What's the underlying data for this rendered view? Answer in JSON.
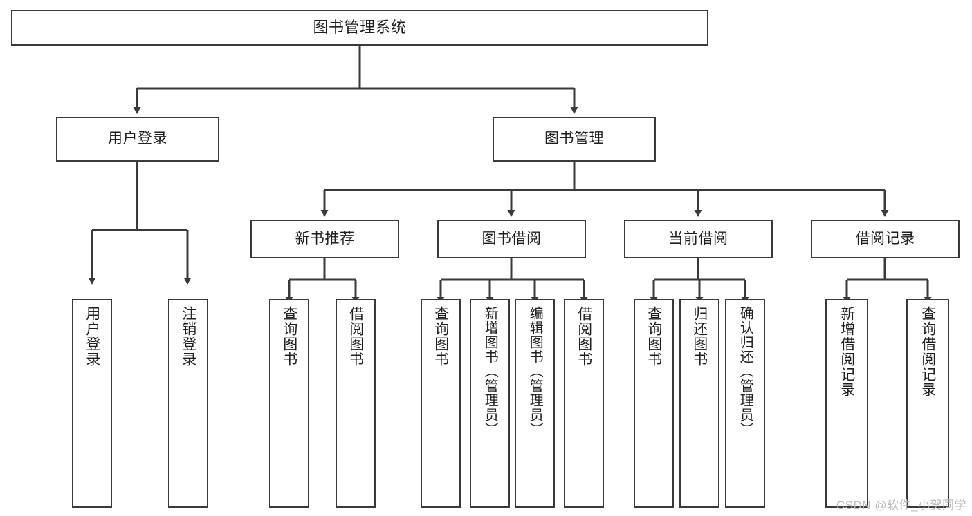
{
  "diagram": {
    "title": "图书管理系统",
    "type": "tree",
    "stroke_color": "#3a3a3a",
    "fill_color": "#ffffff",
    "text_color": "#1f1f1f"
  },
  "nodes": {
    "root": {
      "label": "图书管理系统"
    },
    "level2": [
      {
        "label": "用户登录"
      },
      {
        "label": "图书管理"
      }
    ],
    "level3": [
      {
        "label": "新书推荐"
      },
      {
        "label": "图书借阅"
      },
      {
        "label": "当前借阅"
      },
      {
        "label": "借阅记录"
      }
    ],
    "leaves_user_login": [
      {
        "label": "用户登录"
      },
      {
        "label": "注销登录"
      }
    ],
    "leaves_new_book": [
      {
        "label": "查询图书"
      },
      {
        "label": "借阅图书"
      }
    ],
    "leaves_borrow": [
      {
        "label": "查询图书"
      },
      {
        "label": "新增图书（管理员）"
      },
      {
        "label": "编辑图书（管理员）"
      },
      {
        "label": "借阅图书"
      }
    ],
    "leaves_current": [
      {
        "label": "查询图书"
      },
      {
        "label": "归还图书"
      },
      {
        "label": "确认归还（管理员）"
      }
    ],
    "leaves_record": [
      {
        "label": "新增借阅记录"
      },
      {
        "label": "查询借阅记录"
      }
    ]
  },
  "watermark": {
    "text": "CSDN @软件_小贺同学"
  }
}
